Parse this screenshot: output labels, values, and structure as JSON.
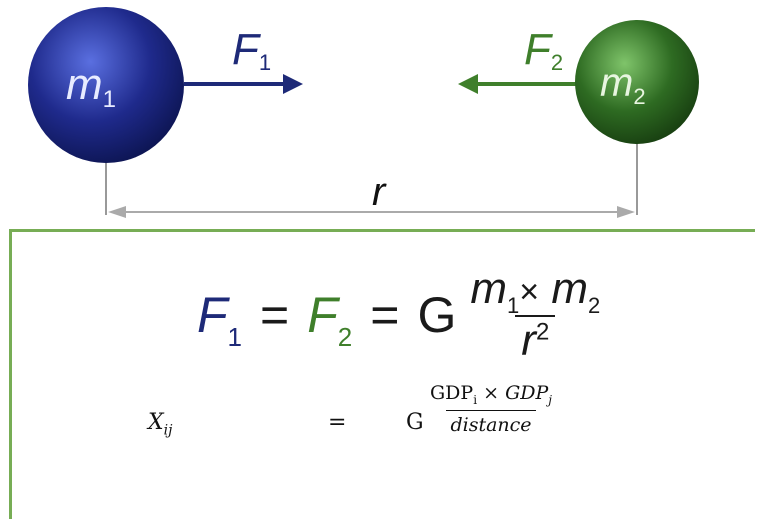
{
  "diagram": {
    "mass1": {
      "label": "m",
      "sub": "1",
      "color": "#1f2a8c"
    },
    "mass2": {
      "label": "m",
      "sub": "2",
      "color": "#2e6b22"
    },
    "force1": {
      "label": "F",
      "sub": "1",
      "color": "#1e2a78"
    },
    "force2": {
      "label": "F",
      "sub": "2",
      "color": "#3f7f2b"
    },
    "distance_label": "r"
  },
  "equation1": {
    "f1": "F",
    "f1_sub": "1",
    "f2": "F",
    "f2_sub": "2",
    "equals": "=",
    "g": "G",
    "num_m1": "m",
    "num_m1_sub": "1",
    "times": "×",
    "num_m2": "m",
    "num_m2_sub": "2",
    "den": "r",
    "den_sup": "2"
  },
  "equation2": {
    "lhs": "X",
    "lhs_sub": "ij",
    "equals": "=",
    "g": "G",
    "num_a": "GDP",
    "num_a_sub": "i",
    "times": "×",
    "num_b": "GDP",
    "num_b_sub": "j",
    "den": "distance"
  }
}
